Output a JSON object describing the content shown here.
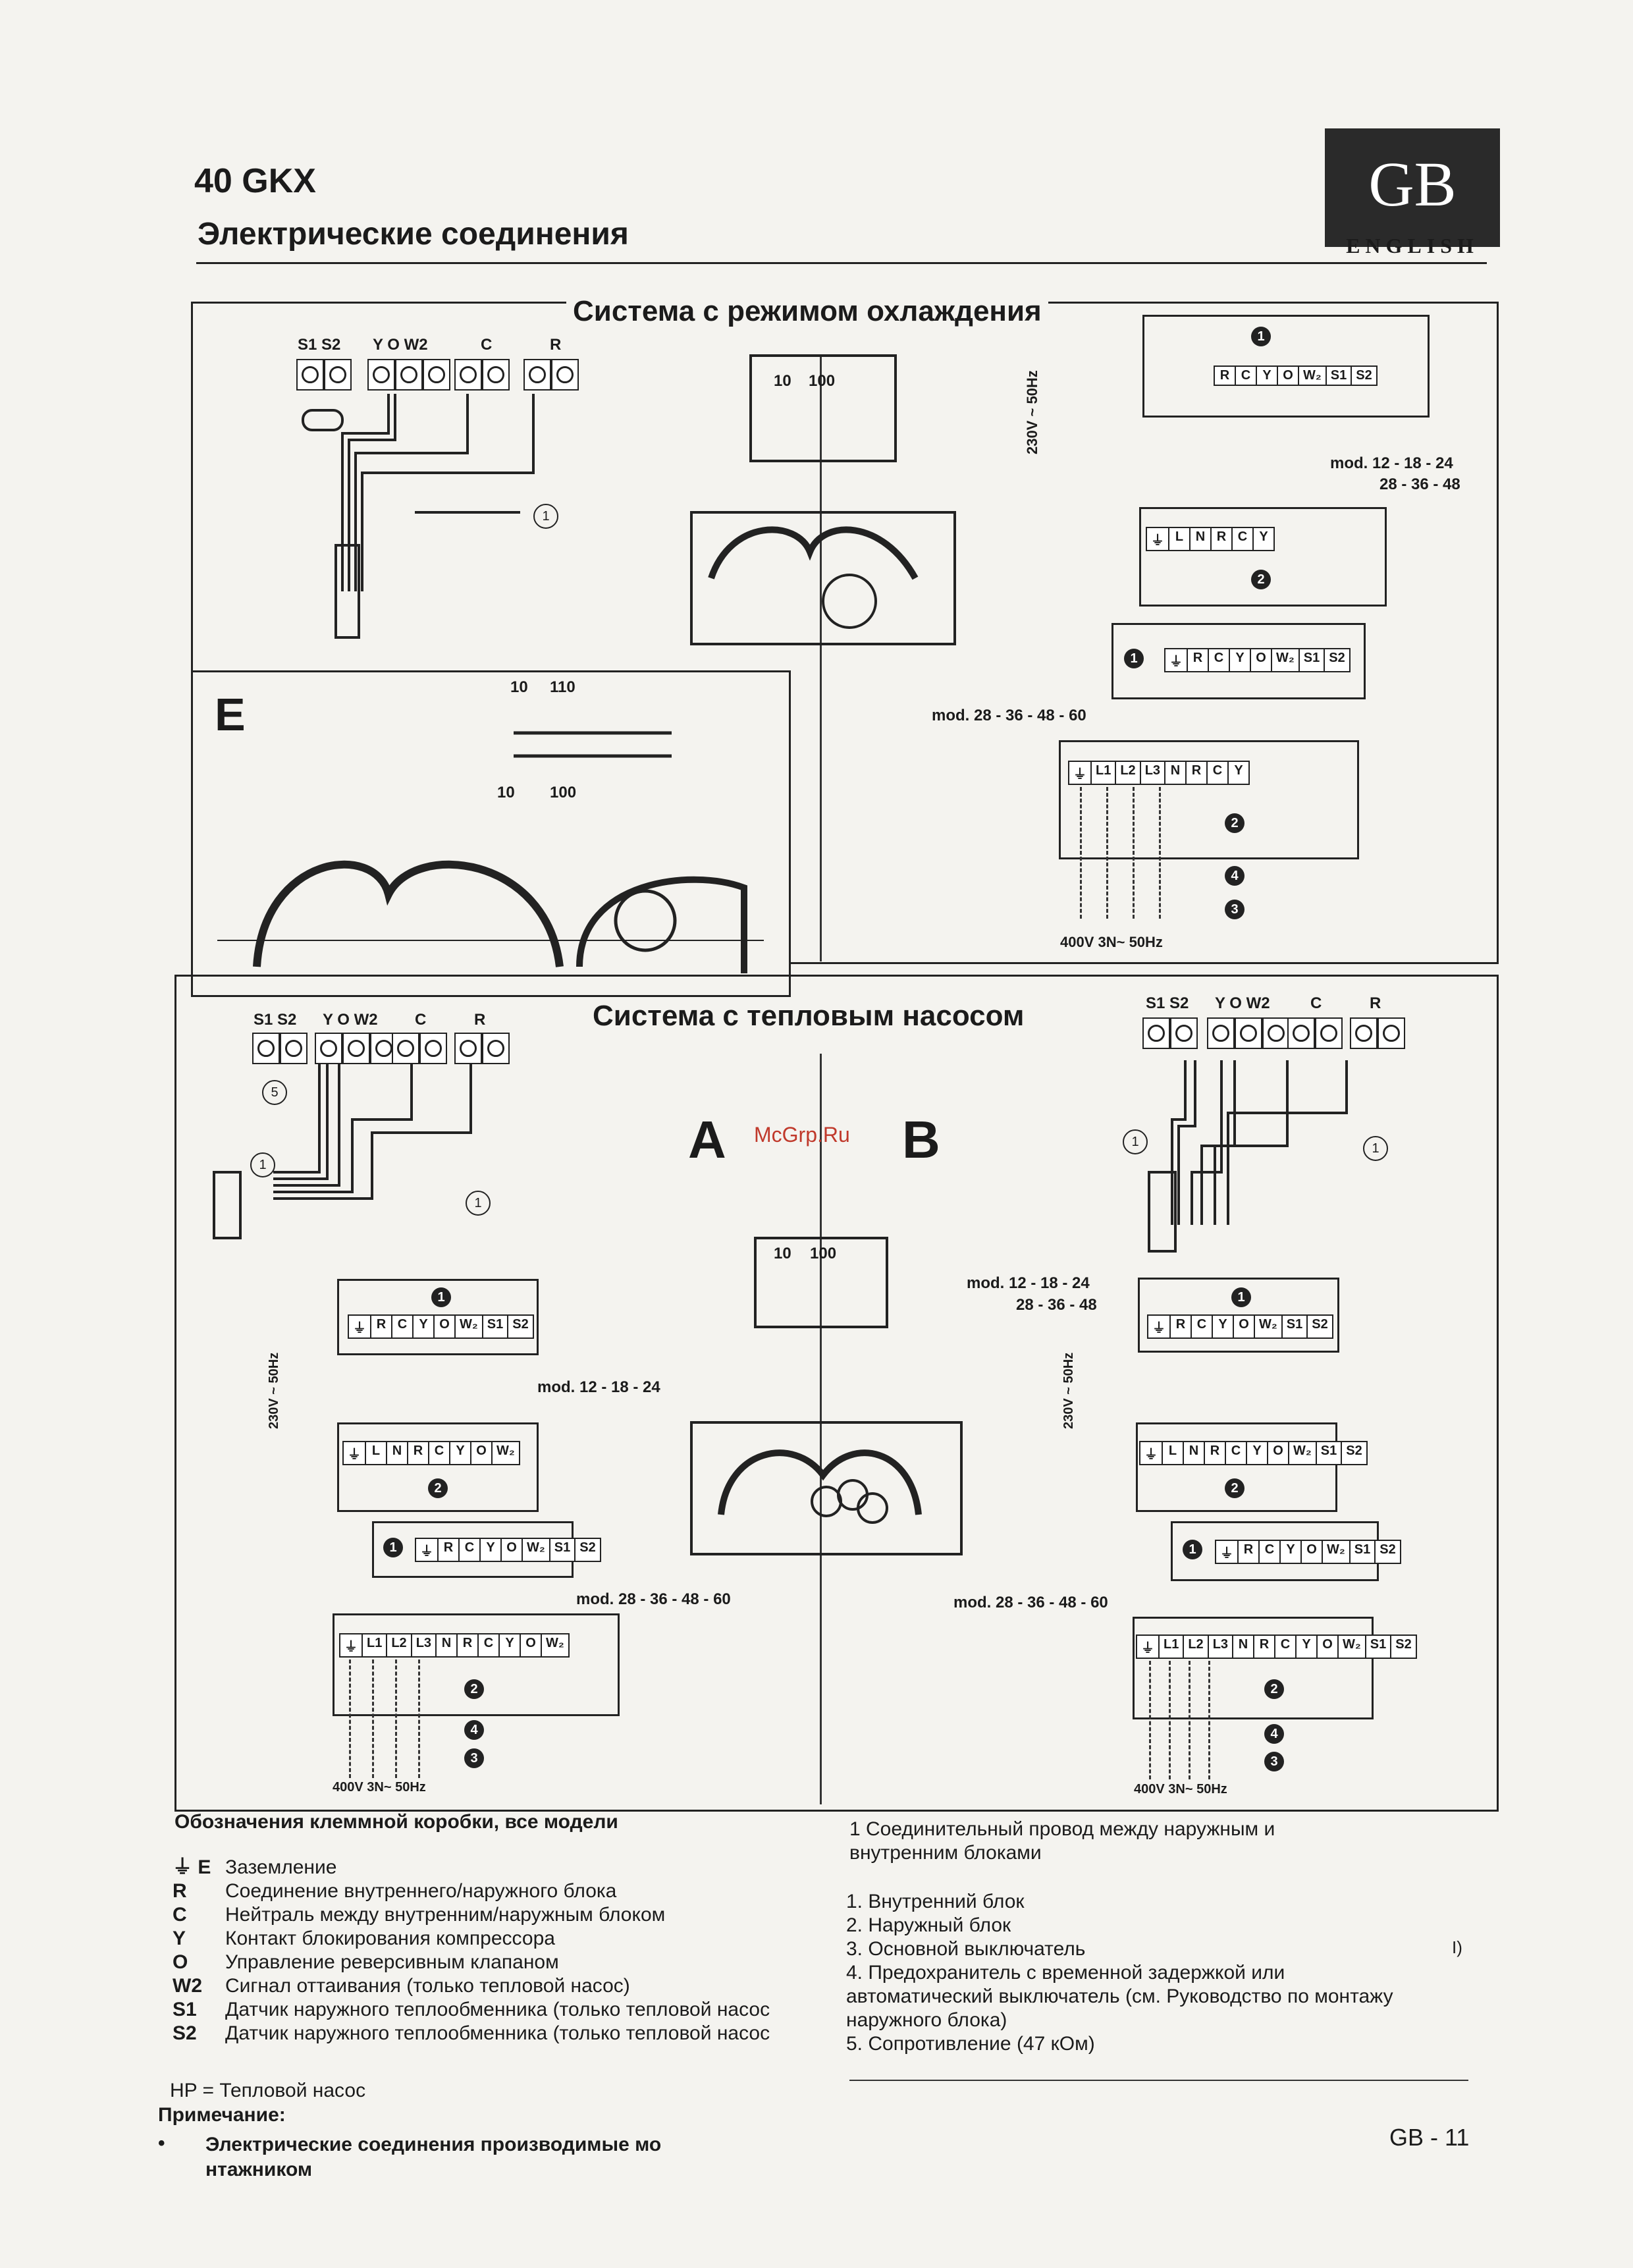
{
  "header": {
    "model": "40 GKX",
    "title": "Электрические соединения",
    "badge": "GB",
    "badge_sub": "ENGLISH"
  },
  "cooling": {
    "title": "Система с режимом охлаждения",
    "term_labels": [
      "S1 S2",
      "Y O W2",
      "C",
      "R"
    ],
    "strip_dims": [
      "10",
      "100"
    ],
    "box1_terms": [
      "R",
      "C",
      "Y",
      "O",
      "W₂",
      "S1",
      "S2"
    ],
    "box2_terms": [
      "⏚",
      "L",
      "N",
      "R",
      "C",
      "Y"
    ],
    "box1b_terms": [
      "⏚",
      "R",
      "C",
      "Y",
      "O",
      "W₂",
      "S1",
      "S2"
    ],
    "box2b_terms": [
      "⏚",
      "L1",
      "L2",
      "L3",
      "N",
      "R",
      "C",
      "Y"
    ],
    "mod_a": "mod. 12 - 18 - 24",
    "mod_a2": "28 - 36 - 48",
    "mod_b": "mod. 28 - 36 - 48 - 60",
    "supply_1ph": "230V ~ 50Hz",
    "supply_3ph": "400V  3N~  50Hz"
  },
  "section_e": {
    "letter": "E",
    "dims_top": [
      "10",
      "110"
    ],
    "dims_bottom": [
      "10",
      "100"
    ]
  },
  "heatpump": {
    "title": "Система с тепловым насосом",
    "letter_a": "A",
    "letter_b": "B",
    "watermark": "McGrp.Ru",
    "term_labels": [
      "S1 S2",
      "Y O W2",
      "C",
      "R"
    ],
    "strip_dims": [
      "10",
      "100"
    ],
    "a_box1_terms": [
      "⏚",
      "R",
      "C",
      "Y",
      "O",
      "W₂",
      "S1",
      "S2"
    ],
    "a_box2_terms": [
      "⏚",
      "L",
      "N",
      "R",
      "C",
      "Y",
      "O",
      "W₂"
    ],
    "a_box1b_terms": [
      "⏚",
      "R",
      "C",
      "Y",
      "O",
      "W₂",
      "S1",
      "S2"
    ],
    "a_box2b_terms": [
      "⏚",
      "L1",
      "L2",
      "L3",
      "N",
      "R",
      "C",
      "Y",
      "O",
      "W₂"
    ],
    "b_box1_terms": [
      "⏚",
      "R",
      "C",
      "Y",
      "O",
      "W₂",
      "S1",
      "S2"
    ],
    "b_box2_terms": [
      "⏚",
      "L",
      "N",
      "R",
      "C",
      "Y",
      "O",
      "W₂",
      "S1",
      "S2"
    ],
    "b_box1b_terms": [
      "⏚",
      "R",
      "C",
      "Y",
      "O",
      "W₂",
      "S1",
      "S2"
    ],
    "b_box2b_terms": [
      "⏚",
      "L1",
      "L2",
      "L3",
      "N",
      "R",
      "C",
      "Y",
      "O",
      "W₂",
      "S1",
      "S2"
    ],
    "mod_a": "mod. 12 - 18 - 24",
    "mod_b1": "mod. 12 - 18 - 24",
    "mod_b1b": "28 - 36 - 48",
    "mod_large": "mod. 28 - 36 - 48 - 60",
    "supply_1ph": "230V ~ 50Hz",
    "supply_3ph": "400V  3N~  50Hz"
  },
  "legend": {
    "heading": "Обозначения клеммной коробки, все модели",
    "items": [
      {
        "k": "⏚ E",
        "v": "Заземление"
      },
      {
        "k": "R",
        "v": "Соединение  внутреннего/наружного блока"
      },
      {
        "k": "C",
        "v": "Нейтраль между внутренним/наружным блоком"
      },
      {
        "k": "Y",
        "v": "Контакт блокирования компрессора"
      },
      {
        "k": "O",
        "v": "Управление реверсивным клапаном"
      },
      {
        "k": "W2",
        "v": "Сигнал оттаивания (только тепловой насос)"
      },
      {
        "k": "S1",
        "v": "Датчик наружного теплообменника (только тепловой насос"
      },
      {
        "k": "S2",
        "v": "Датчик наружного теплообменника (только тепловой насос"
      }
    ],
    "hp": "HP = Тепловой насос",
    "note_title": "Примечание:",
    "note_text": "Электрические соединения производимые мо нтажником"
  },
  "right_legend": {
    "wire": "1 Соединительный провод между наружным и внутренним блоками",
    "items": [
      "1. Внутренний блок",
      "2. Наружный блок",
      "3. Основной выключатель",
      "4. Предохранитель с временной задержкой или автоматический выключатель (см. Руководство по монтажу наружного блока)",
      "5. Сопротивление (47 кОм)"
    ],
    "margin_mark": "I)"
  },
  "footer": {
    "page": "GB - 11"
  }
}
